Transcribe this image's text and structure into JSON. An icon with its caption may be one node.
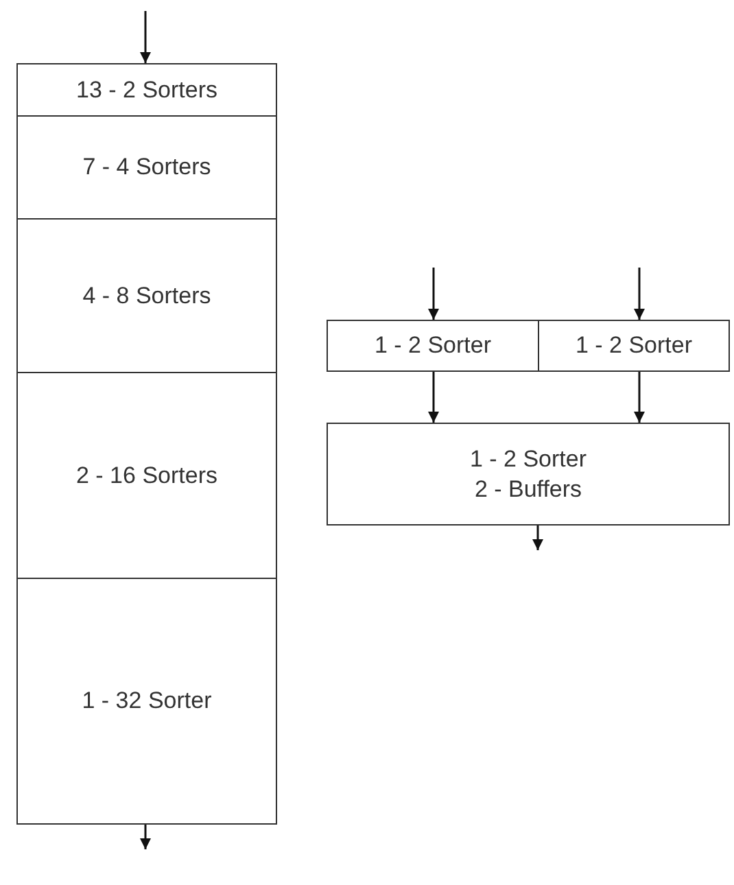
{
  "diagram": {
    "nodes": [
      {
        "text": [
          "13 - 2 Sorters"
        ]
      },
      {
        "text": [
          "7 - 4 Sorters"
        ]
      },
      {
        "text": [
          "4 - 8 Sorters"
        ]
      },
      {
        "text": [
          "2 - 16 Sorters"
        ]
      },
      {
        "text": [
          "1 - 32 Sorter"
        ]
      },
      {
        "text": [
          "1 - 2 Sorter"
        ]
      },
      {
        "text": [
          "1 - 2 Sorter"
        ]
      },
      {
        "text": [
          "1 - 2 Sorter",
          "2 - Buffers"
        ]
      }
    ],
    "edges": [
      {
        "from": null,
        "to": 0,
        "arrow": "to"
      },
      {
        "from": 4,
        "to": null,
        "arrow": "to"
      },
      {
        "from": null,
        "to": 5,
        "arrow": "to"
      },
      {
        "from": null,
        "to": 6,
        "arrow": "to"
      },
      {
        "from": 5,
        "to": 7,
        "arrow": "to"
      },
      {
        "from": 6,
        "to": 7,
        "arrow": "to"
      },
      {
        "from": 7,
        "to": null,
        "arrow": "to"
      }
    ]
  }
}
